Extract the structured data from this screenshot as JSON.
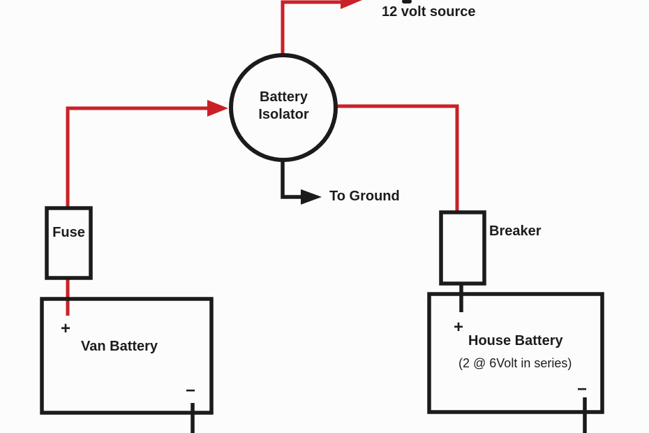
{
  "colors": {
    "background": "#fcfcfc",
    "wire_positive_red": "#c92127",
    "wire_ground_black": "#1b1b1b",
    "text": "#1c1c1c"
  },
  "isolator": {
    "line1": "Battery",
    "line2": "Isolator"
  },
  "source": {
    "label": "12 volt source"
  },
  "ground": {
    "label": "To Ground"
  },
  "fuse": {
    "label": "Fuse"
  },
  "breaker": {
    "label": "Breaker"
  },
  "van_battery": {
    "label": "Van Battery",
    "positive": "+",
    "negative": "−"
  },
  "house_battery": {
    "label": "House Battery",
    "sublabel": "(2 @ 6Volt in series)",
    "positive": "+",
    "negative": "−"
  }
}
